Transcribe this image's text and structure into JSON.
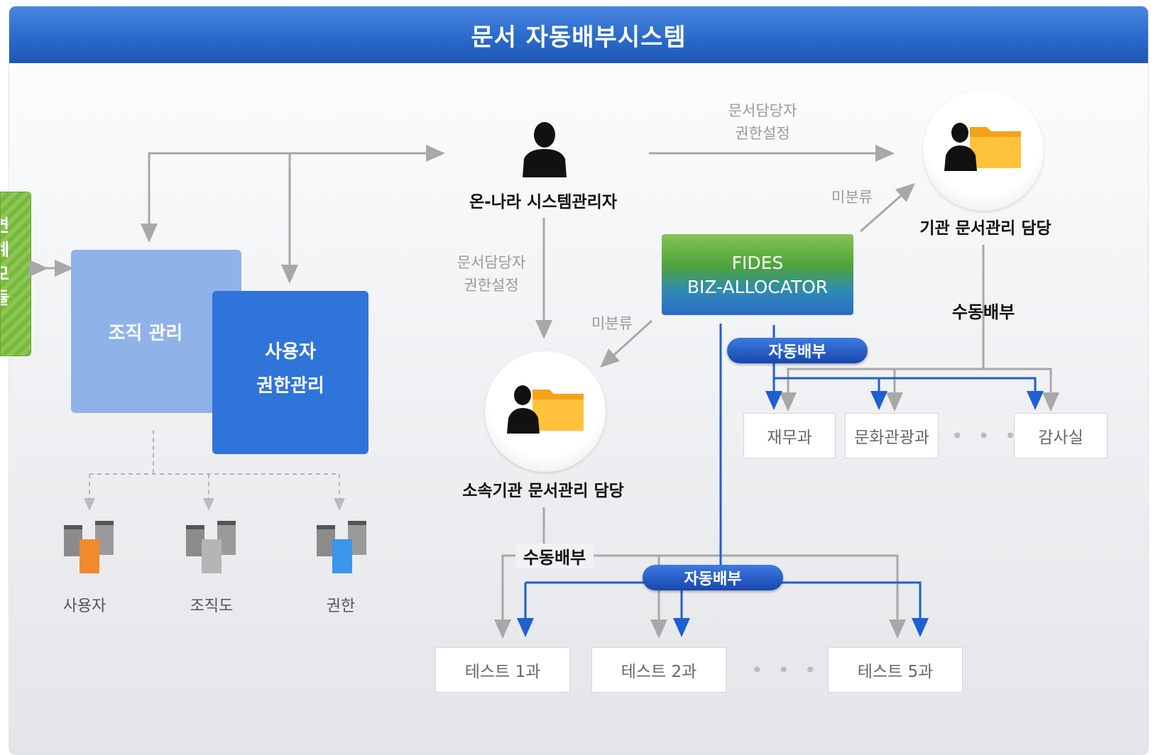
{
  "title": "문서 자동배부시스템",
  "side_tab": [
    "연",
    "계",
    "모",
    "듈"
  ],
  "admin_label": "온-나라 시스템관리자",
  "perm_note_top": [
    "문서담당자",
    "권한설정"
  ],
  "perm_note_mid": [
    "문서담당자",
    "권한설정"
  ],
  "unclassified_1": "미분류",
  "unclassified_2": "미분류",
  "org_box": "조직 관리",
  "perm_box": [
    "사용자",
    "권한관리"
  ],
  "fides": [
    "FIDES",
    "BIZ-ALLOCATOR"
  ],
  "agency_manager": "기관 문서관리 담당",
  "sub_manager": "소속기관 문서관리 담당",
  "manual_label_1": "수동배부",
  "manual_label_2": "수동배부",
  "auto_label_1": "자동배부",
  "auto_label_2": "자동배부",
  "top_depts": [
    "재무과",
    "문화관광과",
    "감사실"
  ],
  "bottom_depts": [
    "테스트 1과",
    "테스트 2과",
    "테스트 5과"
  ],
  "servers": [
    "사용자",
    "조직도",
    "권한"
  ],
  "ellipsis": "• • •",
  "colors": {
    "title_blue": "#2f6fcf",
    "auto_blue": "#1f5fd1",
    "green": "#7ab840"
  }
}
